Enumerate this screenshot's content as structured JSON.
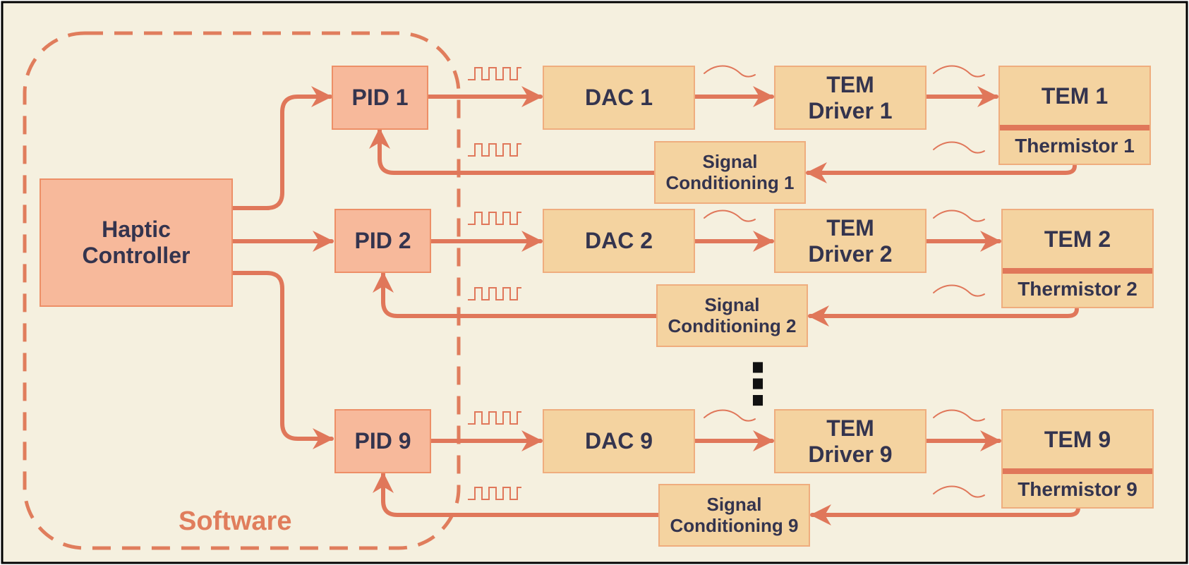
{
  "diagram": {
    "software_label": "Software",
    "haptic_controller": {
      "line1": "Haptic",
      "line2": "Controller"
    },
    "channels": [
      {
        "pid": "PID 1",
        "dac": "DAC 1",
        "driver_line1": "TEM",
        "driver_line2": "Driver 1",
        "tem": "TEM 1",
        "thermistor": "Thermistor 1",
        "sc_line1": "Signal",
        "sc_line2": "Conditioning 1"
      },
      {
        "pid": "PID 2",
        "dac": "DAC 2",
        "driver_line1": "TEM",
        "driver_line2": "Driver 2",
        "tem": "TEM 2",
        "thermistor": "Thermistor 2",
        "sc_line1": "Signal",
        "sc_line2": "Conditioning 2"
      },
      {
        "pid": "PID 9",
        "dac": "DAC 9",
        "driver_line1": "TEM",
        "driver_line2": "Driver 9",
        "tem": "TEM 9",
        "thermistor": "Thermistor 9",
        "sc_line1": "Signal",
        "sc_line2": "Conditioning 9"
      }
    ],
    "ellipsis": "⋮",
    "colors": {
      "background": "#f5f0df",
      "arrow": "#e0775a",
      "software_block": "#f7b99b",
      "hardware_block": "#f4d3a0",
      "text": "#34344e"
    }
  }
}
